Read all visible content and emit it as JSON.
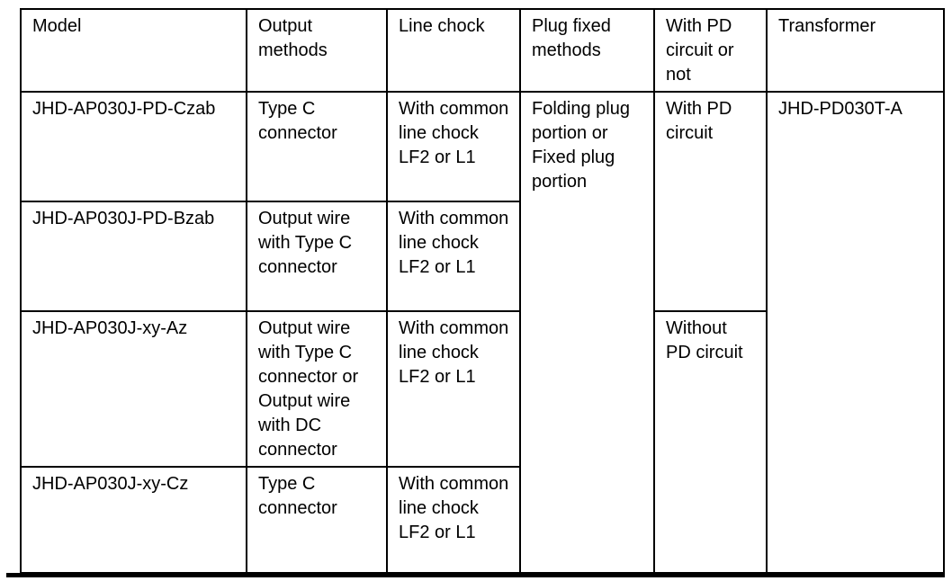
{
  "page": {
    "background_color": "#ffffff",
    "text_color": "#000000",
    "border_color": "#000000"
  },
  "table": {
    "headers": [
      "Model",
      "Output methods",
      "Line chock",
      "Plug fixed methods",
      "With PD circuit or not",
      "Transformer"
    ],
    "rows": [
      {
        "model": "JHD-AP030J-PD-Czab",
        "output_methods": "Type C connector",
        "line_chock": "With common line chock LF2 or L1"
      },
      {
        "model": "JHD-AP030J-PD-Bzab",
        "output_methods": "Output wire with Type C connector",
        "line_chock": "With common line chock LF2 or L1"
      },
      {
        "model": "JHD-AP030J-xy-Az",
        "output_methods": "Output wire with Type C connector or Output wire with DC connector",
        "line_chock": "With common line chock LF2 or L1"
      },
      {
        "model": "JHD-AP030J-xy-Cz",
        "output_methods": "Type C connector",
        "line_chock": "With common line chock LF2 or L1"
      }
    ],
    "merged_cells": {
      "plug_fixed_methods": "Folding plug portion or Fixed plug portion",
      "with_pd_circuit": "With PD circuit",
      "without_pd_circuit": "Without PD circuit",
      "transformer": "JHD-PD030T-A"
    }
  }
}
